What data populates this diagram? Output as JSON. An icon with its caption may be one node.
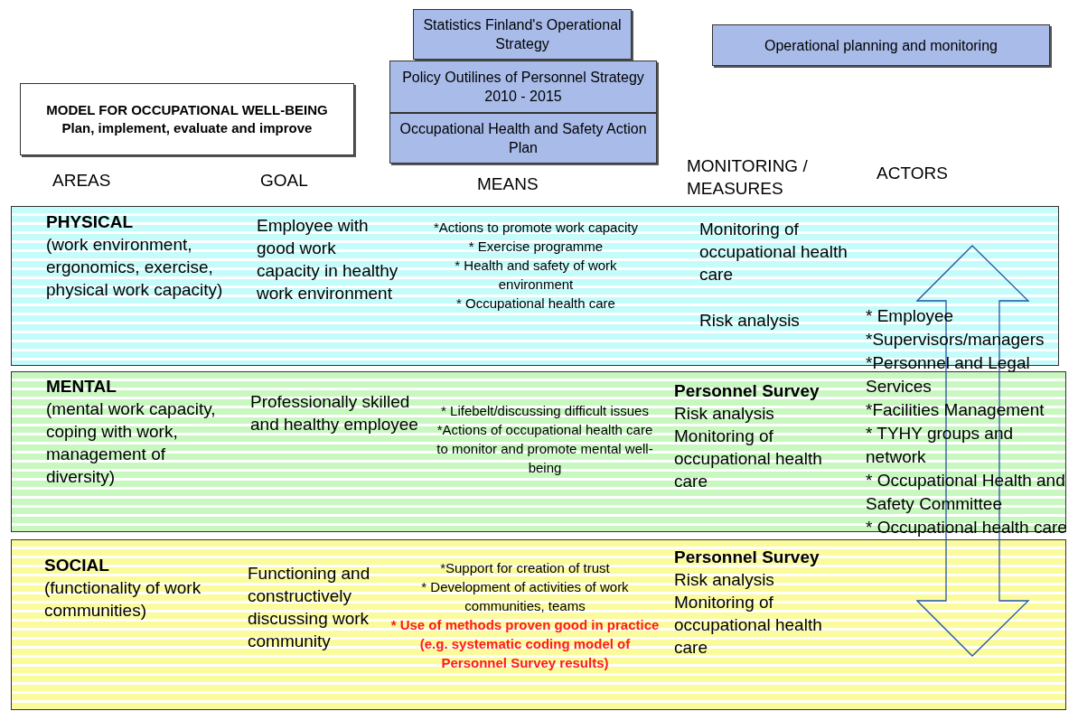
{
  "diagram": {
    "nodes": [
      {
        "text": [
          "Statistics Finland's Operational Strategy"
        ]
      },
      {
        "text": [
          "Policy Outilines of Personnel Strategy 2010 - 2015"
        ]
      },
      {
        "text": [
          "Occupational Health and Safety Action Plan"
        ]
      },
      {
        "text": [
          "Operational planning and monitoring"
        ]
      },
      {
        "text": [
          "MODEL FOR OCCUPATIONAL WELL-BEING",
          "Plan, implement, evaluate and improve"
        ]
      },
      {
        "text": [
          "PHYSICAL",
          "(work environment, ergonomics, exercise, physical work capacity)",
          "Employee with good work capacity in healthy work environment",
          "*Actions to promote work capacity",
          "* Exercise programme",
          "* Health and safety of work environment",
          "* Occupational health care",
          "Monitoring of occupational health care",
          "Risk analysis"
        ]
      },
      {
        "text": [
          "MENTAL",
          "(mental work capacity, coping with work, management of diversity)",
          "Professionally skilled and healthy employee",
          "* Lifebelt/discussing difficult issues",
          "*Actions of occupational health care to monitor and promote mental well-being",
          "Personnel Survey",
          "Risk analysis",
          "Monitoring of occupational health care"
        ]
      },
      {
        "text": [
          "SOCIAL",
          "(functionality of work communities)",
          "Functioning and constructively discussing work community",
          "*Support for creation of trust",
          "* Development of activities of work communities, teams",
          "* Use of methods proven good in practice (e.g. systematic coding model of Personnel Survey results)",
          "Personnel Survey",
          "Risk analysis",
          "Monitoring of occupational health care"
        ]
      }
    ],
    "labels": [
      "AREAS",
      "GOAL",
      "MEANS",
      "MONITORING / MEASURES",
      "ACTORS",
      "* Employee",
      "*Supervisors/managers",
      "*Personnel and Legal Services",
      "*Facilities Management",
      "* TYHY groups and network",
      "* Occupational Health and Safety Committee",
      "* Occupational health care"
    ]
  }
}
